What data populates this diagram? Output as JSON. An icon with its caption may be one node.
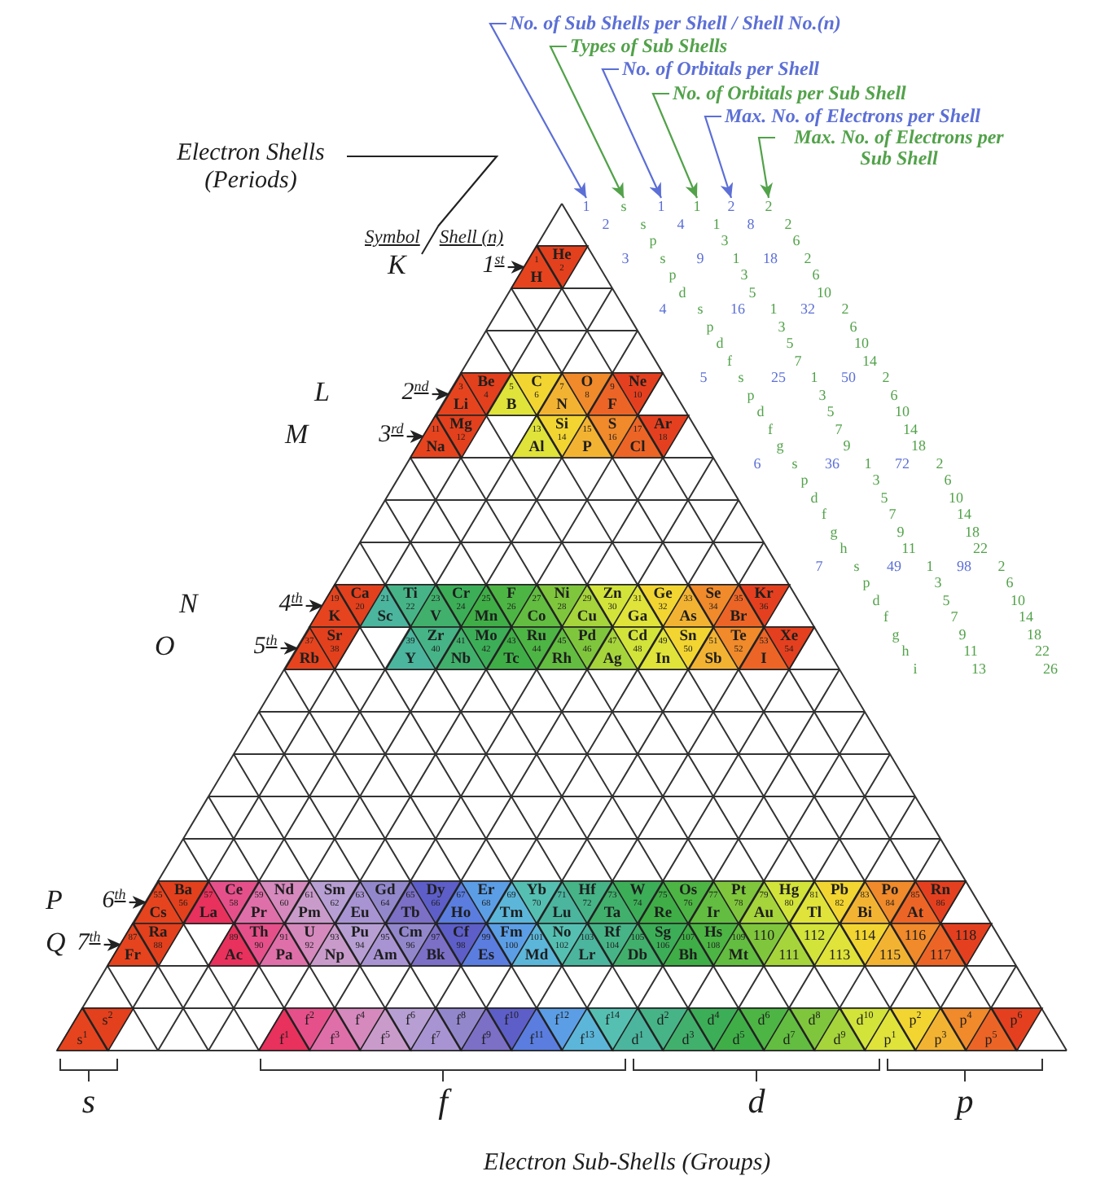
{
  "diagram": {
    "nodes": [
      {
        "text": [
          "No. of Sub Shells per Shell / Shell No.(n)"
        ]
      },
      {
        "text": [
          "Types of Sub Shells"
        ]
      },
      {
        "text": [
          "No. of Orbitals per Shell"
        ]
      },
      {
        "text": [
          "No. of Orbitals per Sub Shell"
        ]
      },
      {
        "text": [
          "Max. No. of Electrons per Shell"
        ]
      },
      {
        "text": [
          "Max. No. of Electrons per Sub Shell"
        ]
      },
      {
        "text": [
          "Electron Shells (Periods)"
        ]
      },
      {
        "text": [
          "Symbol",
          "Shell (n)"
        ]
      },
      {
        "text": [
          "1$^{st}$"
        ]
      },
      {
        "text": [
          "2$^{nd}$"
        ]
      },
      {
        "text": [
          "3$^{rd}$"
        ]
      },
      {
        "text": [
          "4$^{th}$"
        ]
      },
      {
        "text": [
          "5$^{th}$"
        ]
      },
      {
        "text": [
          "6$^{th}$"
        ]
      },
      {
        "text": [
          "7$^{th}$"
        ]
      },
      {
        "text": [
          "1",
          "H"
        ]
      },
      {
        "text": [
          "He",
          "2"
        ]
      },
      {
        "text": [
          "3",
          "Li"
        ]
      },
      {
        "text": [
          "Be",
          "4"
        ]
      },
      {
        "text": [
          "5",
          "B"
        ]
      },
      {
        "text": [
          "C",
          "6"
        ]
      },
      {
        "text": [
          "7",
          "N"
        ]
      },
      {
        "text": [
          "O",
          "8"
        ]
      },
      {
        "text": [
          "9",
          "F"
        ]
      },
      {
        "text": [
          "Ne",
          "10"
        ]
      },
      {
        "text": [
          "11",
          "Na"
        ]
      },
      {
        "text": [
          "Mg",
          "12"
        ]
      },
      {
        "text": [
          "13",
          "Al"
        ]
      },
      {
        "text": [
          "Si",
          "14"
        ]
      },
      {
        "text": [
          "15",
          "P"
        ]
      },
      {
        "text": [
          "S",
          "16"
        ]
      },
      {
        "text": [
          "17",
          "Cl"
        ]
      },
      {
        "text": [
          "Ar",
          "18"
        ]
      },
      {
        "text": [
          "19",
          "K"
        ]
      },
      {
        "text": [
          "Ca",
          "20"
        ]
      },
      {
        "text": [
          "21",
          "Sc"
        ]
      },
      {
        "text": [
          "Ti",
          "22"
        ]
      },
      {
        "text": [
          "23",
          "V"
        ]
      },
      {
        "text": [
          "Cr",
          "24"
        ]
      },
      {
        "text": [
          "25",
          "Mn"
        ]
      },
      {
        "text": [
          "F",
          "26"
        ]
      },
      {
        "text": [
          "27",
          "Co"
        ]
      },
      {
        "text": [
          "Ni",
          "28"
        ]
      },
      {
        "text": [
          "29",
          "Cu"
        ]
      },
      {
        "text": [
          "Zn",
          "30"
        ]
      },
      {
        "text": [
          "31",
          "Ga"
        ]
      },
      {
        "text": [
          "Ge",
          "32"
        ]
      },
      {
        "text": [
          "33",
          "As"
        ]
      },
      {
        "text": [
          "Se",
          "34"
        ]
      },
      {
        "text": [
          "35",
          "Br"
        ]
      },
      {
        "text": [
          "Kr",
          "36"
        ]
      },
      {
        "text": [
          "37",
          "Rb"
        ]
      },
      {
        "text": [
          "Sr",
          "38"
        ]
      },
      {
        "text": [
          "39",
          "Y"
        ]
      },
      {
        "text": [
          "Zr",
          "40"
        ]
      },
      {
        "text": [
          "41",
          "Nb"
        ]
      },
      {
        "text": [
          "Mo",
          "42"
        ]
      },
      {
        "text": [
          "43",
          "Tc"
        ]
      },
      {
        "text": [
          "Ru",
          "44"
        ]
      },
      {
        "text": [
          "45",
          "Rh"
        ]
      },
      {
        "text": [
          "Pd",
          "46"
        ]
      },
      {
        "text": [
          "47",
          "Ag"
        ]
      },
      {
        "text": [
          "Cd",
          "48"
        ]
      },
      {
        "text": [
          "49",
          "In"
        ]
      },
      {
        "text": [
          "Sn",
          "50"
        ]
      },
      {
        "text": [
          "51",
          "Sb"
        ]
      },
      {
        "text": [
          "Te",
          "52"
        ]
      },
      {
        "text": [
          "53",
          "I"
        ]
      },
      {
        "text": [
          "Xe",
          "54"
        ]
      },
      {
        "text": [
          "55",
          "Cs"
        ]
      },
      {
        "text": [
          "Ba",
          "56"
        ]
      },
      {
        "text": [
          "57",
          "La"
        ]
      },
      {
        "text": [
          "Ce",
          "58"
        ]
      },
      {
        "text": [
          "59",
          "Pr"
        ]
      },
      {
        "text": [
          "Nd",
          "60"
        ]
      },
      {
        "text": [
          "61",
          "Pm"
        ]
      },
      {
        "text": [
          "Sm",
          "62"
        ]
      },
      {
        "text": [
          "63",
          "Eu"
        ]
      },
      {
        "text": [
          "Gd",
          "64"
        ]
      },
      {
        "text": [
          "65",
          "Tb"
        ]
      },
      {
        "text": [
          "Dy",
          "66"
        ]
      },
      {
        "text": [
          "67",
          "Ho"
        ]
      },
      {
        "text": [
          "Er",
          "68"
        ]
      },
      {
        "text": [
          "69",
          "Tm"
        ]
      },
      {
        "text": [
          "Yb",
          "70"
        ]
      },
      {
        "text": [
          "71",
          "Lu"
        ]
      },
      {
        "text": [
          "Hf",
          "72"
        ]
      },
      {
        "text": [
          "73",
          "Ta"
        ]
      },
      {
        "text": [
          "W",
          "74"
        ]
      },
      {
        "text": [
          "75",
          "Re"
        ]
      },
      {
        "text": [
          "Os",
          "76"
        ]
      },
      {
        "text": [
          "77",
          "Ir"
        ]
      },
      {
        "text": [
          "Pt",
          "78"
        ]
      },
      {
        "text": [
          "79",
          "Au"
        ]
      },
      {
        "text": [
          "Hg",
          "80"
        ]
      },
      {
        "text": [
          "81",
          "Tl"
        ]
      },
      {
        "text": [
          "Pb",
          "82"
        ]
      },
      {
        "text": [
          "83",
          "Bi"
        ]
      },
      {
        "text": [
          "Po",
          "84"
        ]
      },
      {
        "text": [
          "85",
          "At"
        ]
      },
      {
        "text": [
          "Rn",
          "86"
        ]
      },
      {
        "text": [
          "87",
          "Fr"
        ]
      },
      {
        "text": [
          "Ra",
          "88"
        ]
      },
      {
        "text": [
          "89",
          "Ac"
        ]
      },
      {
        "text": [
          "Th",
          "90"
        ]
      },
      {
        "text": [
          "91",
          "Pa"
        ]
      },
      {
        "text": [
          "U",
          "92"
        ]
      },
      {
        "text": [
          "93",
          "Np"
        ]
      },
      {
        "text": [
          "Pu",
          "94"
        ]
      },
      {
        "text": [
          "95",
          "Am"
        ]
      },
      {
        "text": [
          "Cm",
          "96"
        ]
      },
      {
        "text": [
          "97",
          "Bk"
        ]
      },
      {
        "text": [
          "Cf",
          "98"
        ]
      },
      {
        "text": [
          "99",
          "Es"
        ]
      },
      {
        "text": [
          "Fm",
          "100"
        ]
      },
      {
        "text": [
          "101",
          "Md"
        ]
      },
      {
        "text": [
          "No",
          "102"
        ]
      },
      {
        "text": [
          "103",
          "Lr"
        ]
      },
      {
        "text": [
          "Rf",
          "104"
        ]
      },
      {
        "text": [
          "105",
          "Db"
        ]
      },
      {
        "text": [
          "Sg",
          "106"
        ]
      },
      {
        "text": [
          "107",
          "Bh"
        ]
      },
      {
        "text": [
          "Hs",
          "108"
        ]
      },
      {
        "text": [
          "109",
          "Mt"
        ]
      },
      {
        "text": [
          "110"
        ]
      },
      {
        "text": [
          "111"
        ]
      },
      {
        "text": [
          "112"
        ]
      },
      {
        "text": [
          "113"
        ]
      },
      {
        "text": [
          "114"
        ]
      },
      {
        "text": [
          "115"
        ]
      },
      {
        "text": [
          "116"
        ]
      },
      {
        "text": [
          "117"
        ]
      },
      {
        "text": [
          "118"
        ]
      },
      {
        "text": [
          "s$^{1}$"
        ]
      },
      {
        "text": [
          "s$^{2}$"
        ]
      },
      {
        "text": [
          "f$^{1}$"
        ]
      },
      {
        "text": [
          "f$^{2}$"
        ]
      },
      {
        "text": [
          "f$^{3}$"
        ]
      },
      {
        "text": [
          "f$^{4}$"
        ]
      },
      {
        "text": [
          "f$^{5}$"
        ]
      },
      {
        "text": [
          "f$^{6}$"
        ]
      },
      {
        "text": [
          "f$^{7}$"
        ]
      },
      {
        "text": [
          "f$^{8}$"
        ]
      },
      {
        "text": [
          "f$^{9}$"
        ]
      },
      {
        "text": [
          "f$^{10}$"
        ]
      },
      {
        "text": [
          "f$^{11}$"
        ]
      },
      {
        "text": [
          "f$^{12}$"
        ]
      },
      {
        "text": [
          "f$^{13}$"
        ]
      },
      {
        "text": [
          "f$^{14}$"
        ]
      },
      {
        "text": [
          "d$^{1}$"
        ]
      },
      {
        "text": [
          "d$^{2}$"
        ]
      },
      {
        "text": [
          "d$^{3}$"
        ]
      },
      {
        "text": [
          "d$^{4}$"
        ]
      },
      {
        "text": [
          "d$^{5}$"
        ]
      },
      {
        "text": [
          "d$^{6}$"
        ]
      },
      {
        "text": [
          "d$^{7}$"
        ]
      },
      {
        "text": [
          "d$^{8}$"
        ]
      },
      {
        "text": [
          "d$^{9}$"
        ]
      },
      {
        "text": [
          "d$^{10}$"
        ]
      },
      {
        "text": [
          "p$^{1}$"
        ]
      },
      {
        "text": [
          "p$^{2}$"
        ]
      },
      {
        "text": [
          "p$^{3}$"
        ]
      },
      {
        "text": [
          "p$^{4}$"
        ]
      },
      {
        "text": [
          "p$^{5}$"
        ]
      },
      {
        "text": [
          "p$^{6}$"
        ]
      },
      {
        "text": [
          "1"
        ]
      },
      {
        "text": [
          "s"
        ]
      },
      {
        "text": [
          "1"
        ]
      },
      {
        "text": [
          "1"
        ]
      },
      {
        "text": [
          "2"
        ]
      },
      {
        "text": [
          "2"
        ]
      }
    ],
    "edges": [
      {
        "from": 0,
        "to": 165,
        "arrow": "to",
        "color": "#5c6fd6"
      },
      {
        "from": 1,
        "to": 166,
        "arrow": "to",
        "color": "#52a24a"
      },
      {
        "from": 2,
        "to": 167,
        "arrow": "to",
        "color": "#5c6fd6"
      },
      {
        "from": 3,
        "to": 168,
        "arrow": "to",
        "color": "#52a24a"
      },
      {
        "from": 4,
        "to": 169,
        "arrow": "to",
        "color": "#5c6fd6"
      },
      {
        "from": 5,
        "to": 170,
        "arrow": "to",
        "color": "#52a24a"
      },
      {
        "from": 6,
        "to": 7,
        "arrow": "none"
      },
      {
        "from": 8,
        "to": 15,
        "arrow": "to"
      },
      {
        "from": 9,
        "to": 17,
        "arrow": "to"
      },
      {
        "from": 10,
        "to": 25,
        "arrow": "to"
      },
      {
        "from": 11,
        "to": 33,
        "arrow": "to"
      },
      {
        "from": 12,
        "to": 51,
        "arrow": "to"
      },
      {
        "from": 13,
        "to": 69,
        "arrow": "to"
      },
      {
        "from": 14,
        "to": 101,
        "arrow": "to"
      }
    ],
    "labels": [
      "K",
      "L",
      "M",
      "N",
      "O",
      "P",
      "Q",
      "2",
      "s",
      "4",
      "1",
      "8",
      "2",
      "p",
      "3",
      "6",
      "3",
      "s",
      "9",
      "1",
      "18",
      "2",
      "p",
      "3",
      "6",
      "d",
      "5",
      "10",
      "4",
      "s",
      "16",
      "1",
      "32",
      "2",
      "p",
      "3",
      "6",
      "d",
      "5",
      "10",
      "f",
      "7",
      "14",
      "5",
      "s",
      "25",
      "1",
      "50",
      "2",
      "p",
      "3",
      "6",
      "d",
      "5",
      "10",
      "f",
      "7",
      "14",
      "g",
      "9",
      "18",
      "6",
      "s",
      "36",
      "1",
      "72",
      "2",
      "p",
      "3",
      "6",
      "d",
      "5",
      "10",
      "f",
      "7",
      "14",
      "g",
      "9",
      "18",
      "h",
      "11",
      "22",
      "7",
      "s",
      "49",
      "1",
      "98",
      "2",
      "p",
      "3",
      "6",
      "d",
      "5",
      "10",
      "f",
      "7",
      "14",
      "g",
      "9",
      "18",
      "h",
      "11",
      "22",
      "i",
      "13",
      "26",
      "s",
      "f",
      "d",
      "p",
      "Electron Sub-Shells (Groups)"
    ]
  }
}
